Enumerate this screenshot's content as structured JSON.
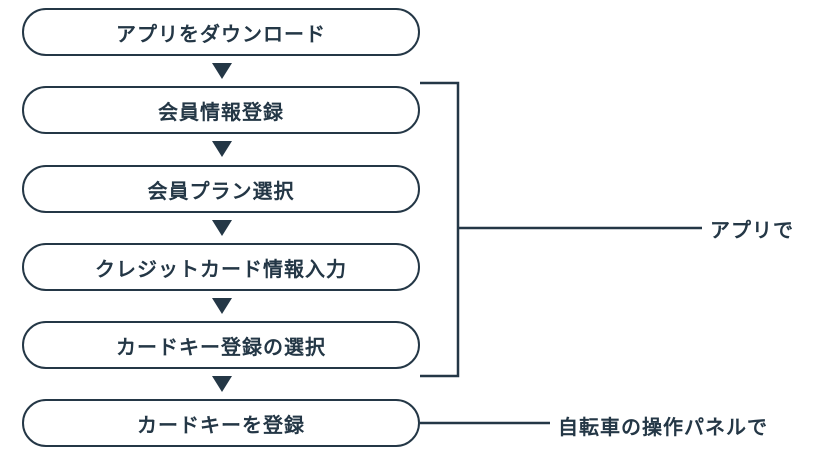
{
  "steps": [
    "アプリをダウンロード",
    "会員情報登録",
    "会員プラン選択",
    "クレジットカード情報入力",
    "カードキー登録の選択",
    "カードキーを登録"
  ],
  "group_labels": {
    "app": "アプリで",
    "panel": "自転車の操作パネルで"
  },
  "colors": {
    "ink": "#243746",
    "background": "#ffffff"
  }
}
